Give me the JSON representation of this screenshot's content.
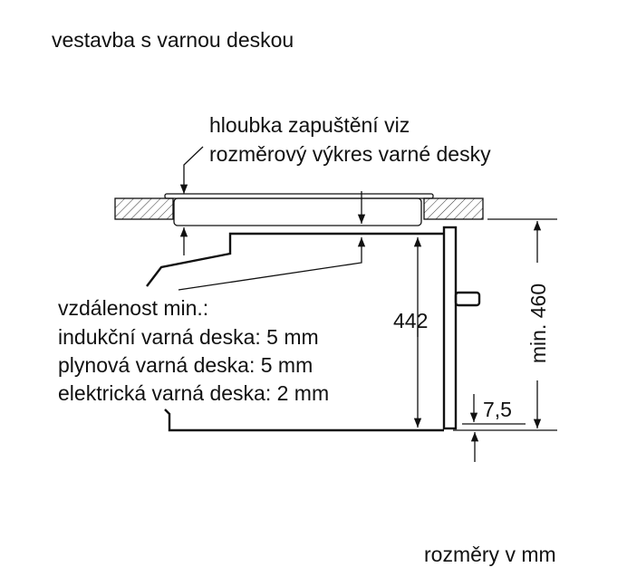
{
  "title": "vestavba s varnou deskou",
  "depth_note": [
    "hloubka zapuštění viz",
    "rozměrový výkres varné desky"
  ],
  "distance_note": [
    "vzdálenost min.:",
    "indukční varná deska: 5 mm",
    "plynová varná deska: 5 mm",
    "elektrická varná deska: 2 mm"
  ],
  "dimensions": {
    "height_inner": "442",
    "niche_height": "min. 460",
    "offset": "7,5"
  },
  "units_note": "rozměry v mm"
}
